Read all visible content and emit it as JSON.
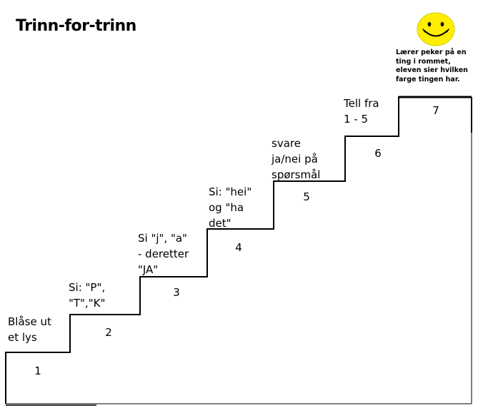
{
  "title": "Trinn-for-trinn",
  "steps": [
    {
      "number": "1",
      "label": "Blåse ut\net lys"
    },
    {
      "number": "2",
      "label": "Si: \"P\",\n\"T\",\"K\""
    },
    {
      "number": "3",
      "label": "Si \"j\", \"a\"\n- deretter\n\"JA\""
    },
    {
      "number": "4",
      "label": "Si: \"hei\"\nog \"ha\ndet\""
    },
    {
      "number": "5",
      "label": "svare\nja/nei på\nspørsmål"
    },
    {
      "number": "6",
      "label": "Tell fra\n1 - 5"
    },
    {
      "number": "7",
      "label": ""
    }
  ],
  "teacher_note": "Lærer peker på en ting i rommet, eleven sier hvilken farge tingen har.",
  "smiley": {
    "icon": "smiley-face-icon",
    "face_color": "#ffee00"
  },
  "colors": {
    "line": "#000000",
    "background": "#ffffff"
  }
}
